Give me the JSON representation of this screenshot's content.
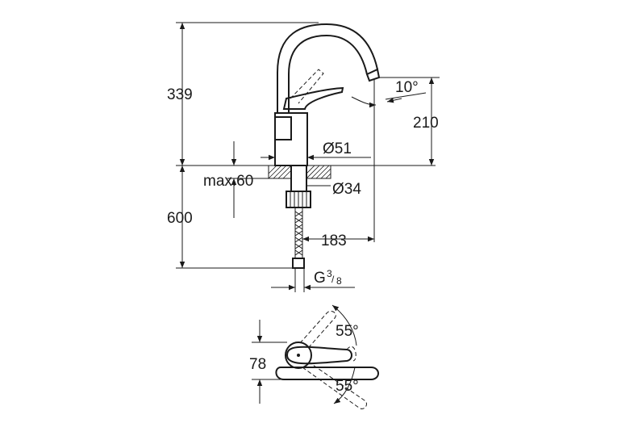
{
  "dimensions": {
    "total_height": "339",
    "spout_height": "210",
    "spout_angle": "10°",
    "body_diameter": "Ø51",
    "max_thickness": "max.60",
    "hole_diameter": "Ø34",
    "below_height": "600",
    "reach": "183",
    "thread": "G",
    "thread_num": "3",
    "thread_den": "8",
    "plan_width": "78",
    "lever_angle_top": "55°",
    "lever_angle_bottom": "55°"
  }
}
